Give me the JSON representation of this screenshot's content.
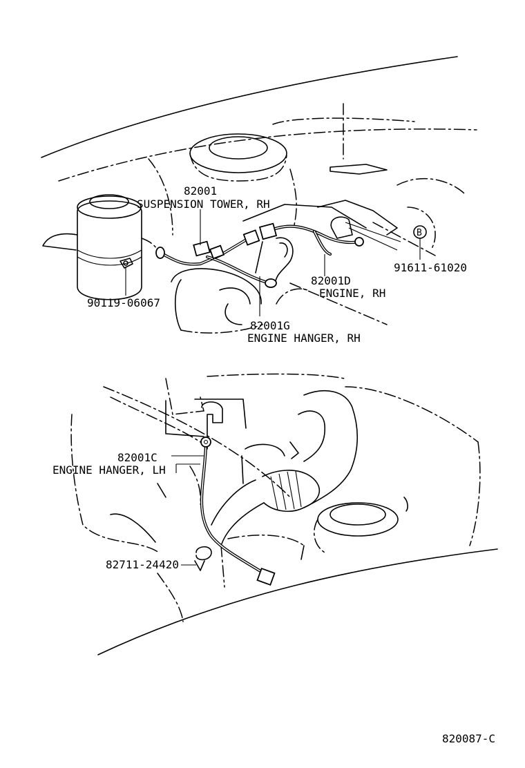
{
  "parts": {
    "p82001": {
      "number": "82001",
      "name": "SUSPENSION TOWER, RH"
    },
    "p90119": {
      "number": "90119-06067"
    },
    "p82001G": {
      "number": "82001G",
      "name": "ENGINE HANGER, RH"
    },
    "p82001D": {
      "number": "82001D",
      "name": "ENGINE, RH"
    },
    "p91611": {
      "number": "91611-61020"
    },
    "p82001C": {
      "number": "82001C",
      "name": "ENGINE HANGER, LH"
    },
    "p82711": {
      "number": "82711-24420"
    }
  },
  "callout_b": "B",
  "figure_id": "820087-C"
}
